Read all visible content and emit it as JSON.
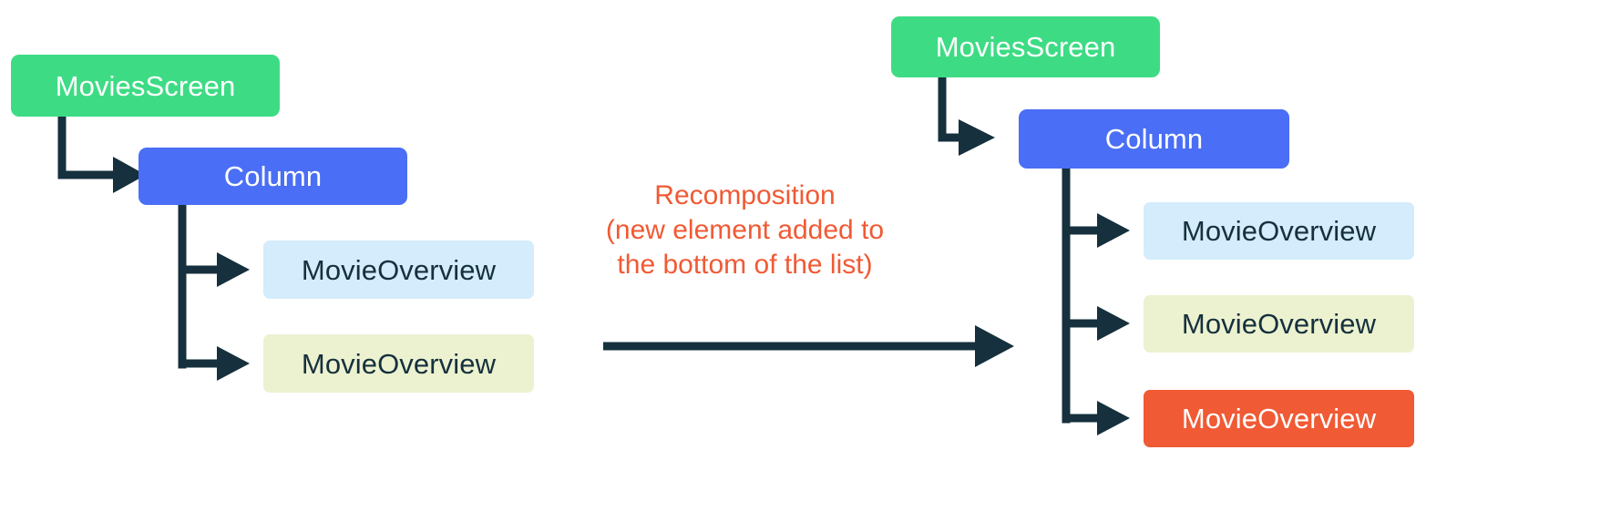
{
  "diagram": {
    "title_text": "Recomposition (new element added to the bottom of the list)",
    "colors": {
      "screen_green": "#3ddc84",
      "column_blue": "#4a6ef5",
      "light_blue": "#d4ecfb",
      "light_green": "#ecf2d0",
      "orange": "#f05a34",
      "connector_navy": "#16303d",
      "background": "#ffffff"
    },
    "before": {
      "label": "before-recomposition-tree",
      "nodes": [
        {
          "label": "MoviesScreen",
          "style": "green"
        },
        {
          "label": "Column",
          "style": "blue"
        },
        {
          "label": "MovieOverview",
          "style": "light-blue"
        },
        {
          "label": "MovieOverview",
          "style": "light-green"
        }
      ]
    },
    "transition": {
      "caption_lines": [
        "Recomposition",
        "(new element added to",
        "the bottom of the list)"
      ],
      "arrow": "right-arrow"
    },
    "after": {
      "label": "after-recomposition-tree",
      "nodes": [
        {
          "label": "MoviesScreen",
          "style": "green"
        },
        {
          "label": "Column",
          "style": "blue"
        },
        {
          "label": "MovieOverview",
          "style": "light-blue"
        },
        {
          "label": "MovieOverview",
          "style": "light-green"
        },
        {
          "label": "MovieOverview",
          "style": "orange"
        }
      ]
    }
  }
}
